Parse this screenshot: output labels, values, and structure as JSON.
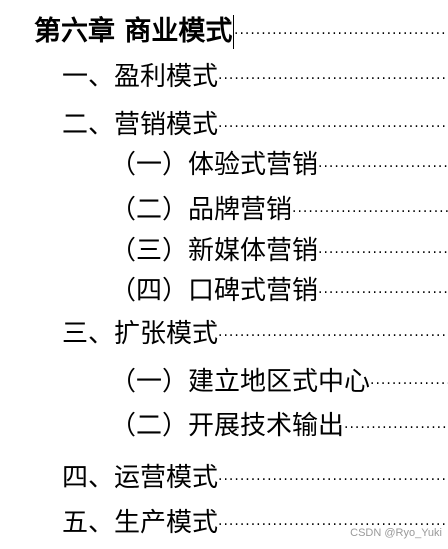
{
  "toc": {
    "chapter": "第六章 商业模式",
    "items": [
      {
        "label": "一、盈利模式",
        "level": 2
      },
      {
        "label": "二、营销模式",
        "level": 2
      },
      {
        "label": "（一）体验式营销",
        "level": 3
      },
      {
        "label": "（二）品牌营销",
        "level": 3
      },
      {
        "label": "（三）新媒体营销",
        "level": 3
      },
      {
        "label": "（四）口碑式营销",
        "level": 3
      },
      {
        "label": "三、扩张模式",
        "level": 2
      },
      {
        "label": "（一）建立地区式中心",
        "level": 3
      },
      {
        "label": "（二）开展技术输出",
        "level": 3
      },
      {
        "label": "四、运营模式",
        "level": 2
      },
      {
        "label": "五、生产模式",
        "level": 2
      }
    ],
    "leader": "··································································"
  },
  "watermark": "CSDN @Ryo_Yuki"
}
